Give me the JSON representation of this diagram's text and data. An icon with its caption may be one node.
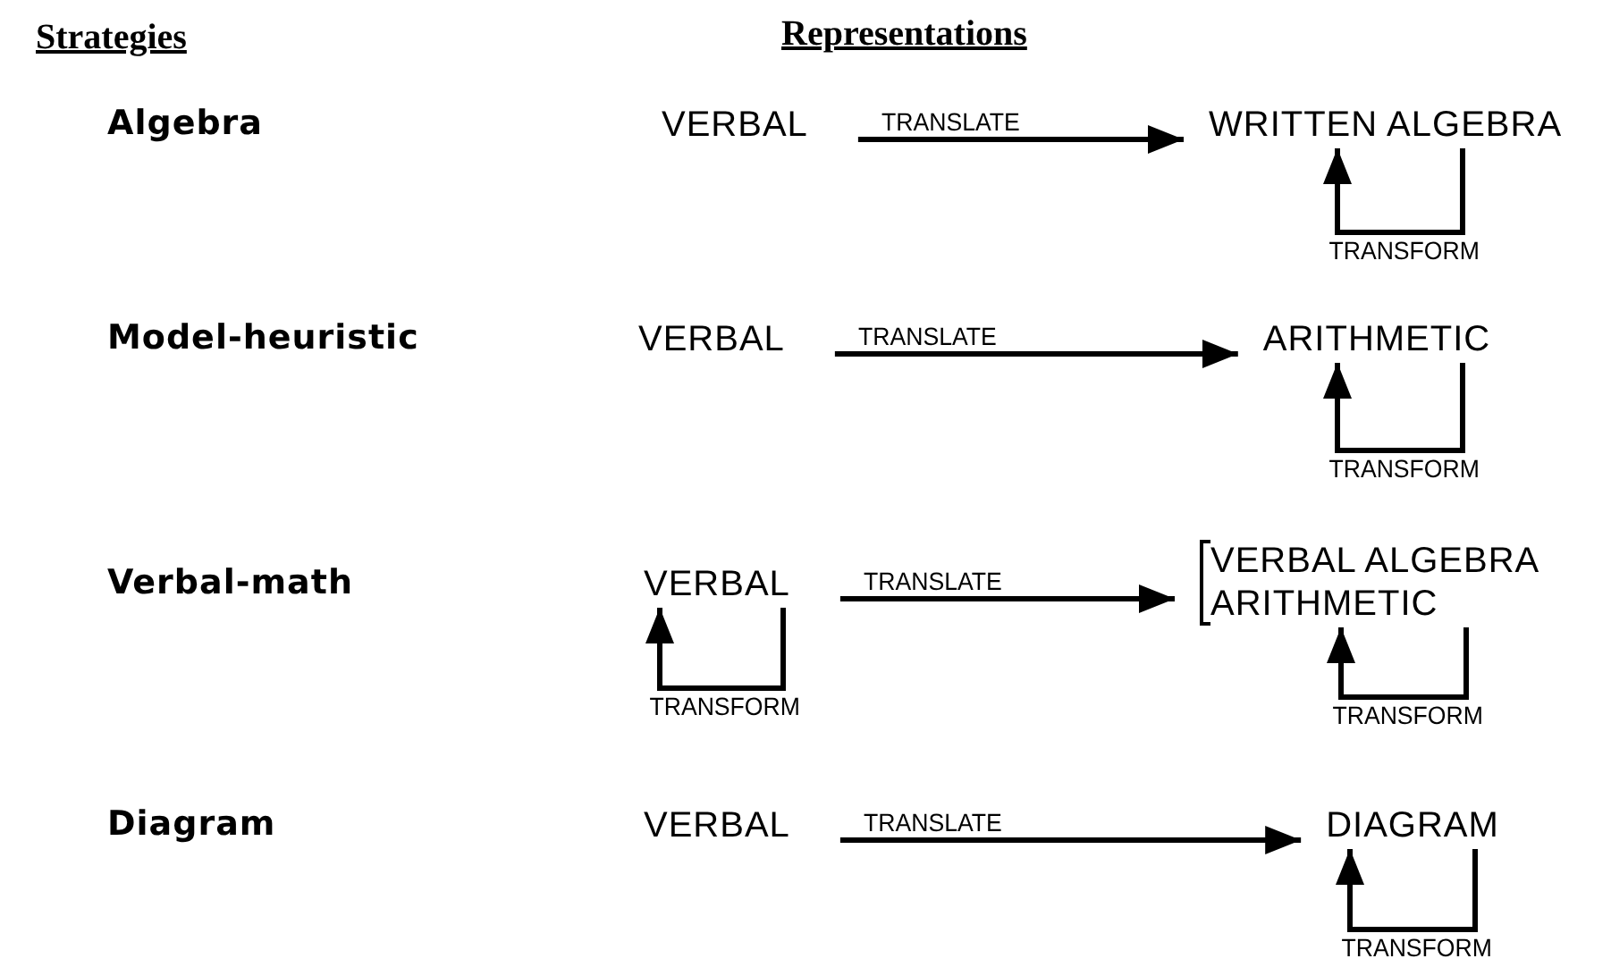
{
  "diagram": {
    "nodes": [
      {
        "text": [
          "VERBAL"
        ]
      },
      {
        "text": [
          "WRITTEN ALGEBRA"
        ]
      },
      {
        "text": [
          "VERBAL"
        ]
      },
      {
        "text": [
          "ARITHMETIC"
        ]
      },
      {
        "text": [
          "VERBAL"
        ]
      },
      {
        "text": [
          "VERBAL ALGEBRA",
          "ARITHMETIC"
        ]
      },
      {
        "text": [
          "VERBAL"
        ]
      },
      {
        "text": [
          "DIAGRAM"
        ]
      }
    ],
    "edges": [
      {
        "from": 0,
        "to": 1,
        "arrow": "to",
        "label": "TRANSLATE"
      },
      {
        "from": 1,
        "to": 1,
        "arrow": "to",
        "label": "TRANSFORM"
      },
      {
        "from": 2,
        "to": 3,
        "arrow": "to",
        "label": "TRANSLATE"
      },
      {
        "from": 3,
        "to": 3,
        "arrow": "to",
        "label": "TRANSFORM"
      },
      {
        "from": 4,
        "to": 5,
        "arrow": "to",
        "label": "TRANSLATE"
      },
      {
        "from": 4,
        "to": 4,
        "arrow": "to",
        "label": "TRANSFORM"
      },
      {
        "from": 5,
        "to": 5,
        "arrow": "to",
        "label": "TRANSFORM"
      },
      {
        "from": 6,
        "to": 7,
        "arrow": "to",
        "label": "TRANSLATE"
      },
      {
        "from": 7,
        "to": 7,
        "arrow": "to",
        "label": "TRANSFORM"
      }
    ],
    "labels": [
      "Strategies",
      "Representations",
      "Algebra",
      "Model-heuristic",
      "Verbal-math",
      "Diagram"
    ]
  }
}
